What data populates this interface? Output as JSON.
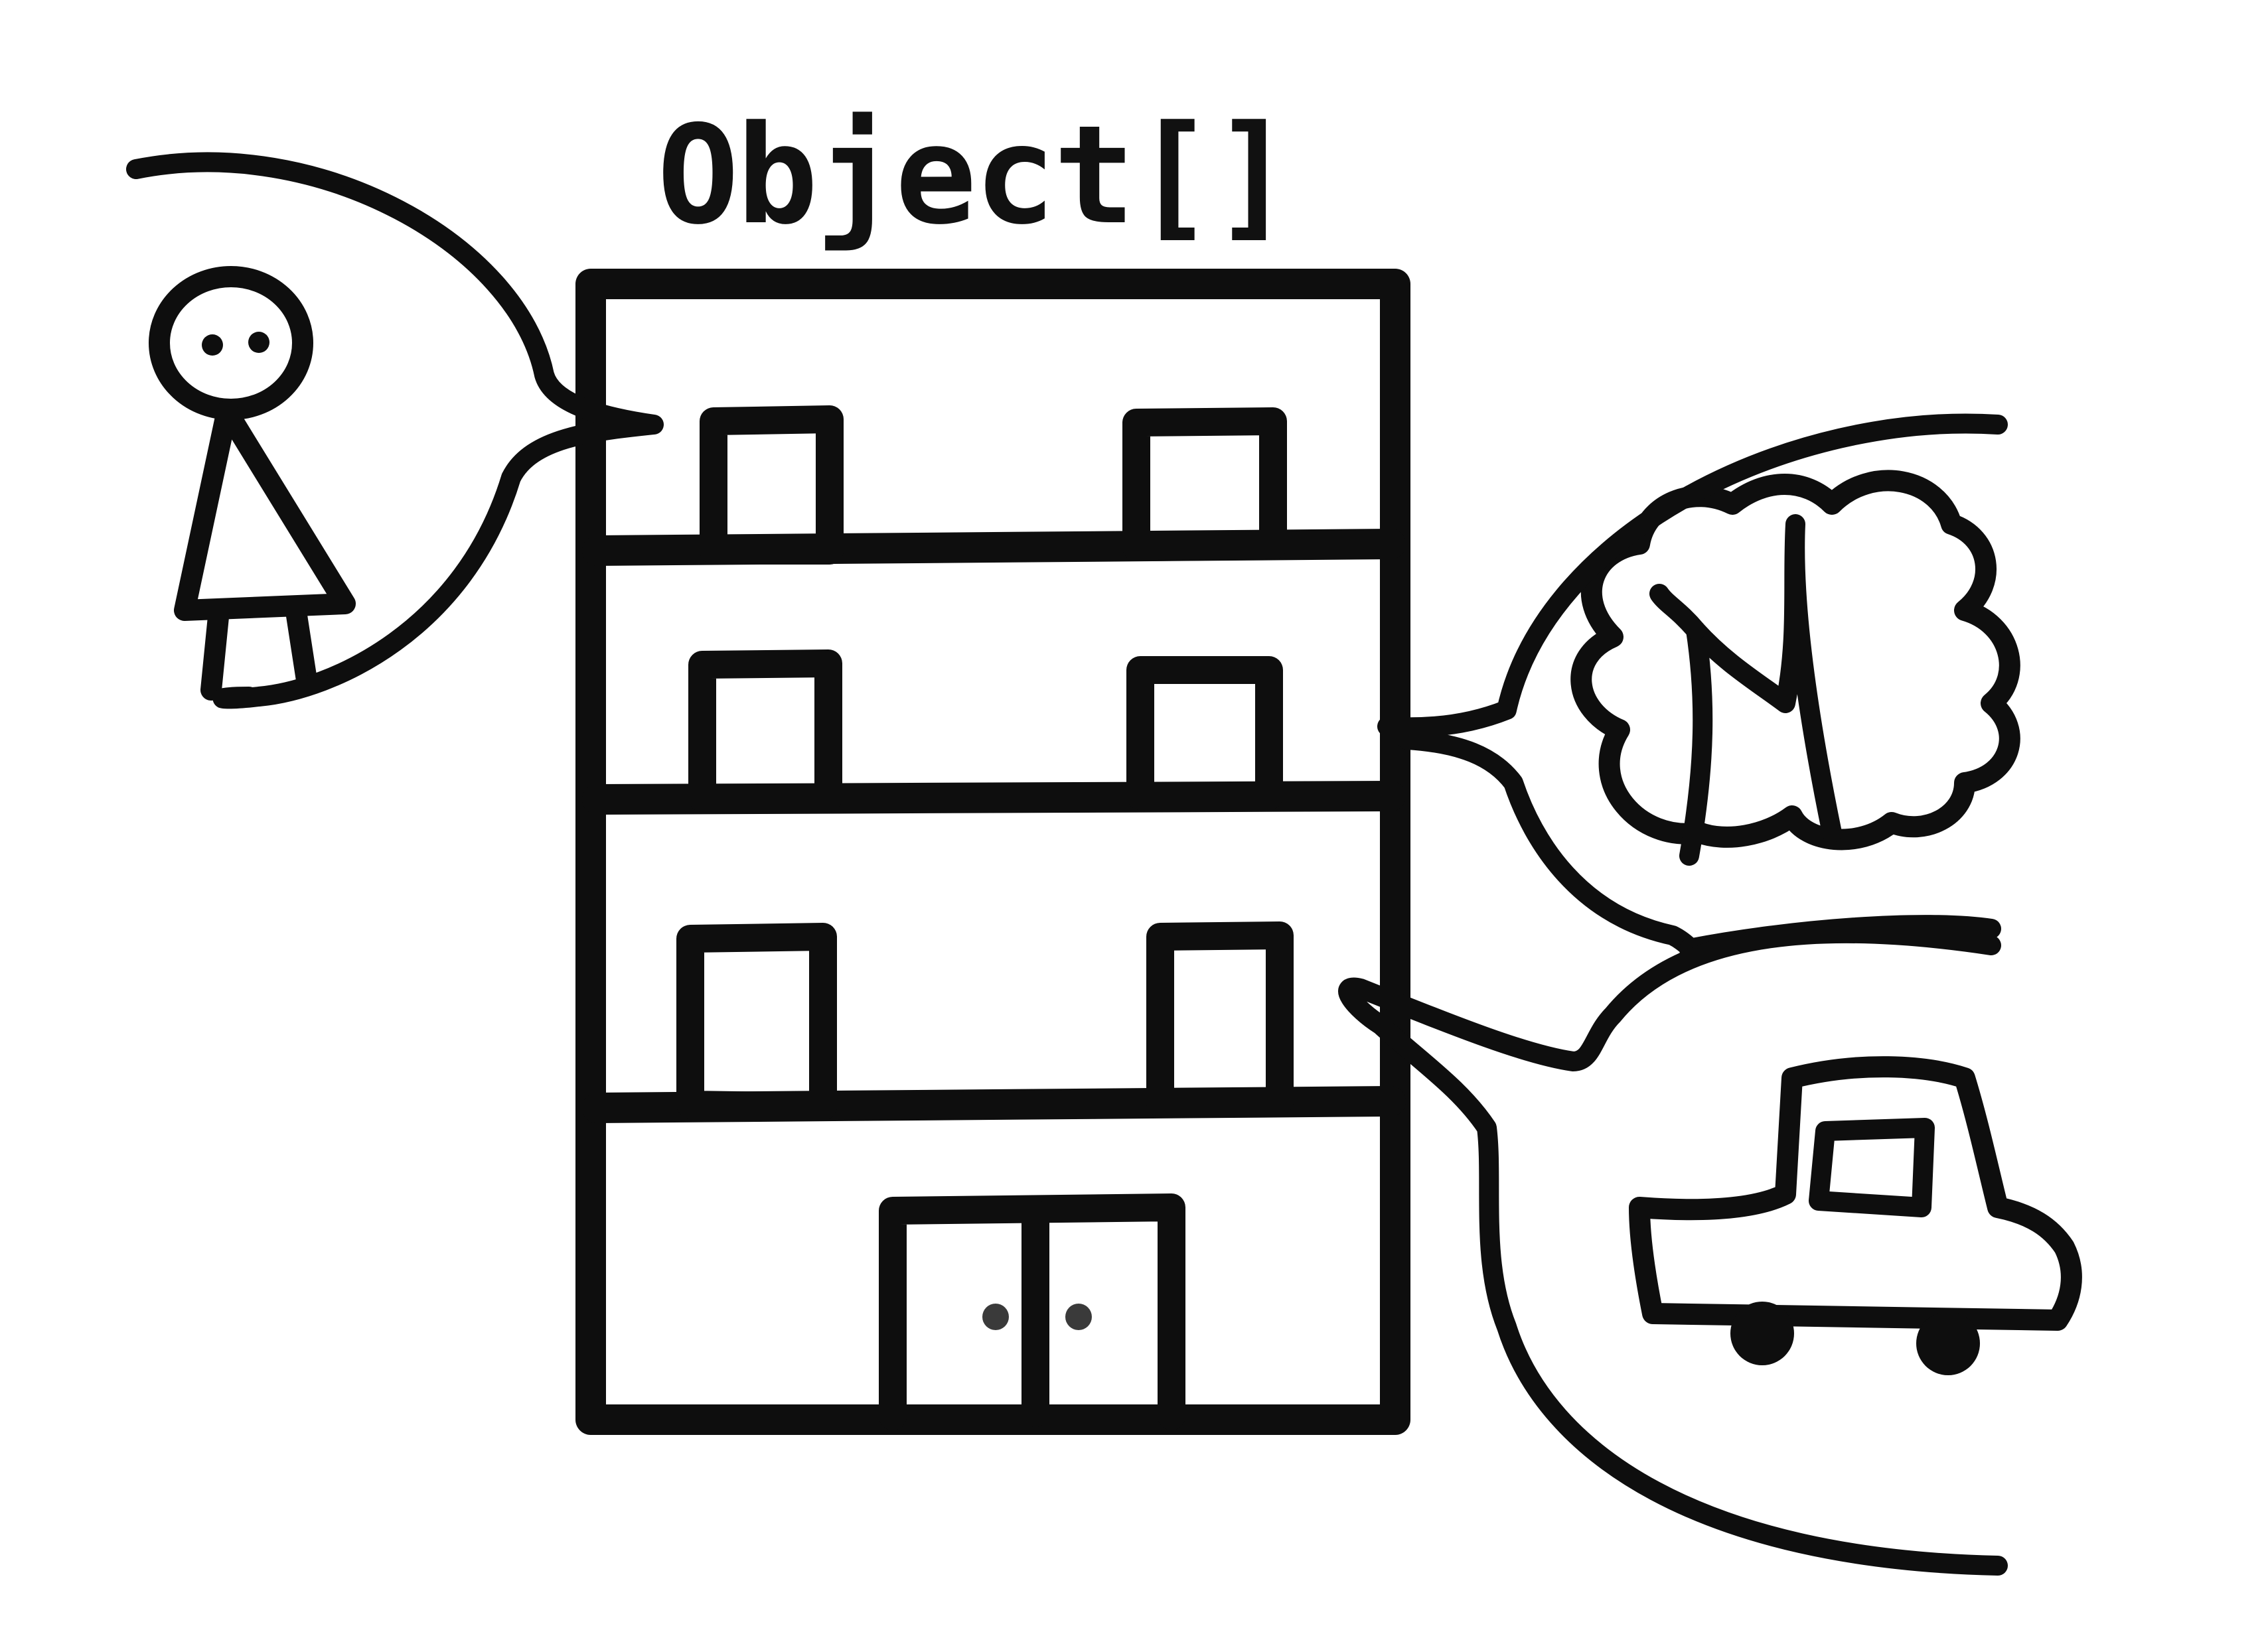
{
  "diagram": {
    "title": "Object[]",
    "colors": {
      "ink": "#0e0e0e",
      "building_fill": "#dcdddf",
      "window_fill": "#ffffff",
      "tree_fill": "#86c95a",
      "car_fill": "#e8545c"
    },
    "elements": [
      {
        "id": "person",
        "icon": "stick-figure-icon"
      },
      {
        "id": "building",
        "icon": "building-icon",
        "floors": 4
      },
      {
        "id": "tree",
        "icon": "tree-icon"
      },
      {
        "id": "car",
        "icon": "car-icon"
      }
    ]
  }
}
